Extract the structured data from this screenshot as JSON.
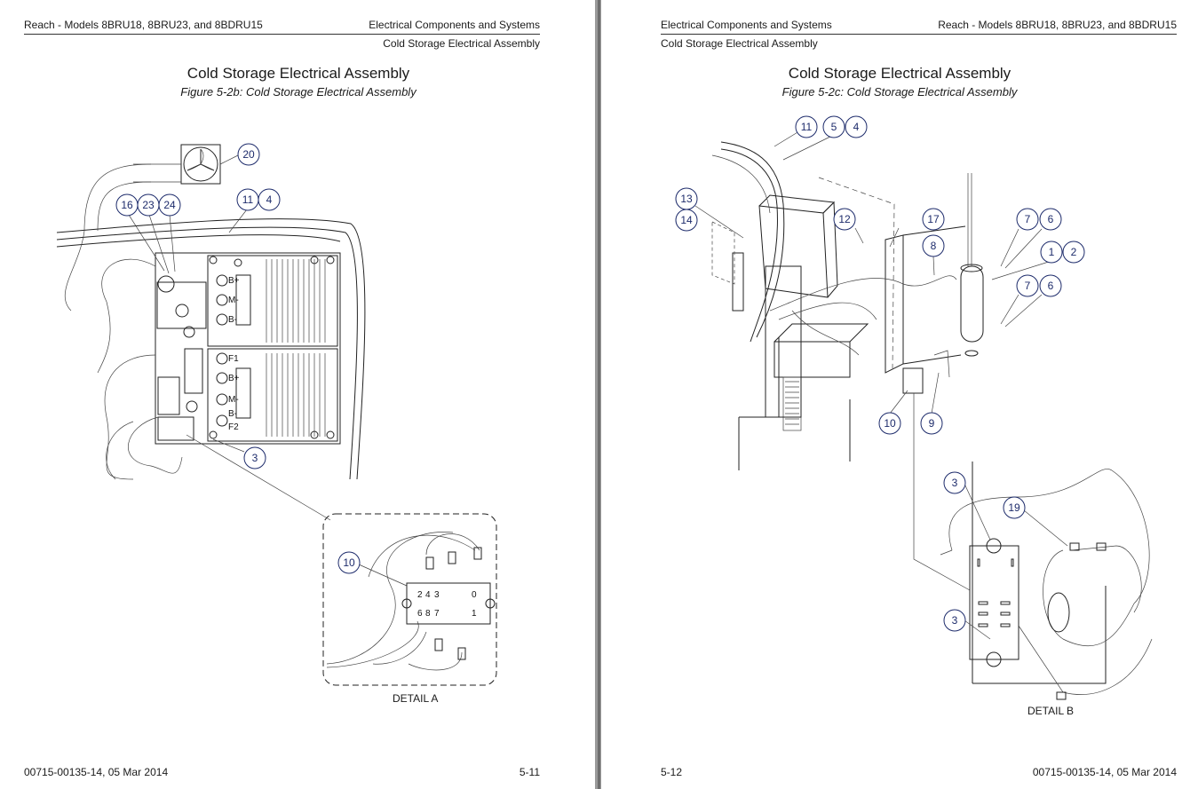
{
  "left_page": {
    "header_left": "Reach - Models 8BRU18, 8BRU23, and 8BDRU15",
    "header_right": "Electrical Components and Systems",
    "header_sub": "Cold Storage Electrical Assembly",
    "title": "Cold Storage Electrical Assembly",
    "figure_caption": "Figure 5-2b:  Cold Storage Electrical Assembly",
    "callouts": [
      "20",
      "16",
      "23",
      "24",
      "11",
      "4",
      "3",
      "10"
    ],
    "detail_label": "DETAIL A",
    "relay_terminals": [
      "2",
      "4",
      "3",
      "0",
      "6",
      "8",
      "7",
      "1"
    ],
    "controller_labels": [
      "B+",
      "M-",
      "B-",
      "F1",
      "B+",
      "M-",
      "B-",
      "F2"
    ],
    "footer_left": "00715-00135-14, 05 Mar 2014",
    "footer_right": "5-11"
  },
  "right_page": {
    "header_left": "Electrical Components and Systems",
    "header_right": "Reach - Models 8BRU18, 8BRU23, and 8BDRU15",
    "header_sub": "Cold Storage Electrical Assembly",
    "title": "Cold Storage Electrical Assembly",
    "figure_caption": "Figure 5-2c:  Cold Storage Electrical Assembly",
    "callouts": [
      "11",
      "5",
      "4",
      "13",
      "14",
      "12",
      "17",
      "8",
      "7",
      "6",
      "1",
      "2",
      "7",
      "6",
      "10",
      "9",
      "3",
      "19",
      "3"
    ],
    "detail_label": "DETAIL B",
    "footer_left": "5-12",
    "footer_right": "00715-00135-14, 05 Mar 2014"
  },
  "colors": {
    "callout": "#1d2b6b",
    "spine": "#9a9a9a",
    "rule": "#333333"
  }
}
